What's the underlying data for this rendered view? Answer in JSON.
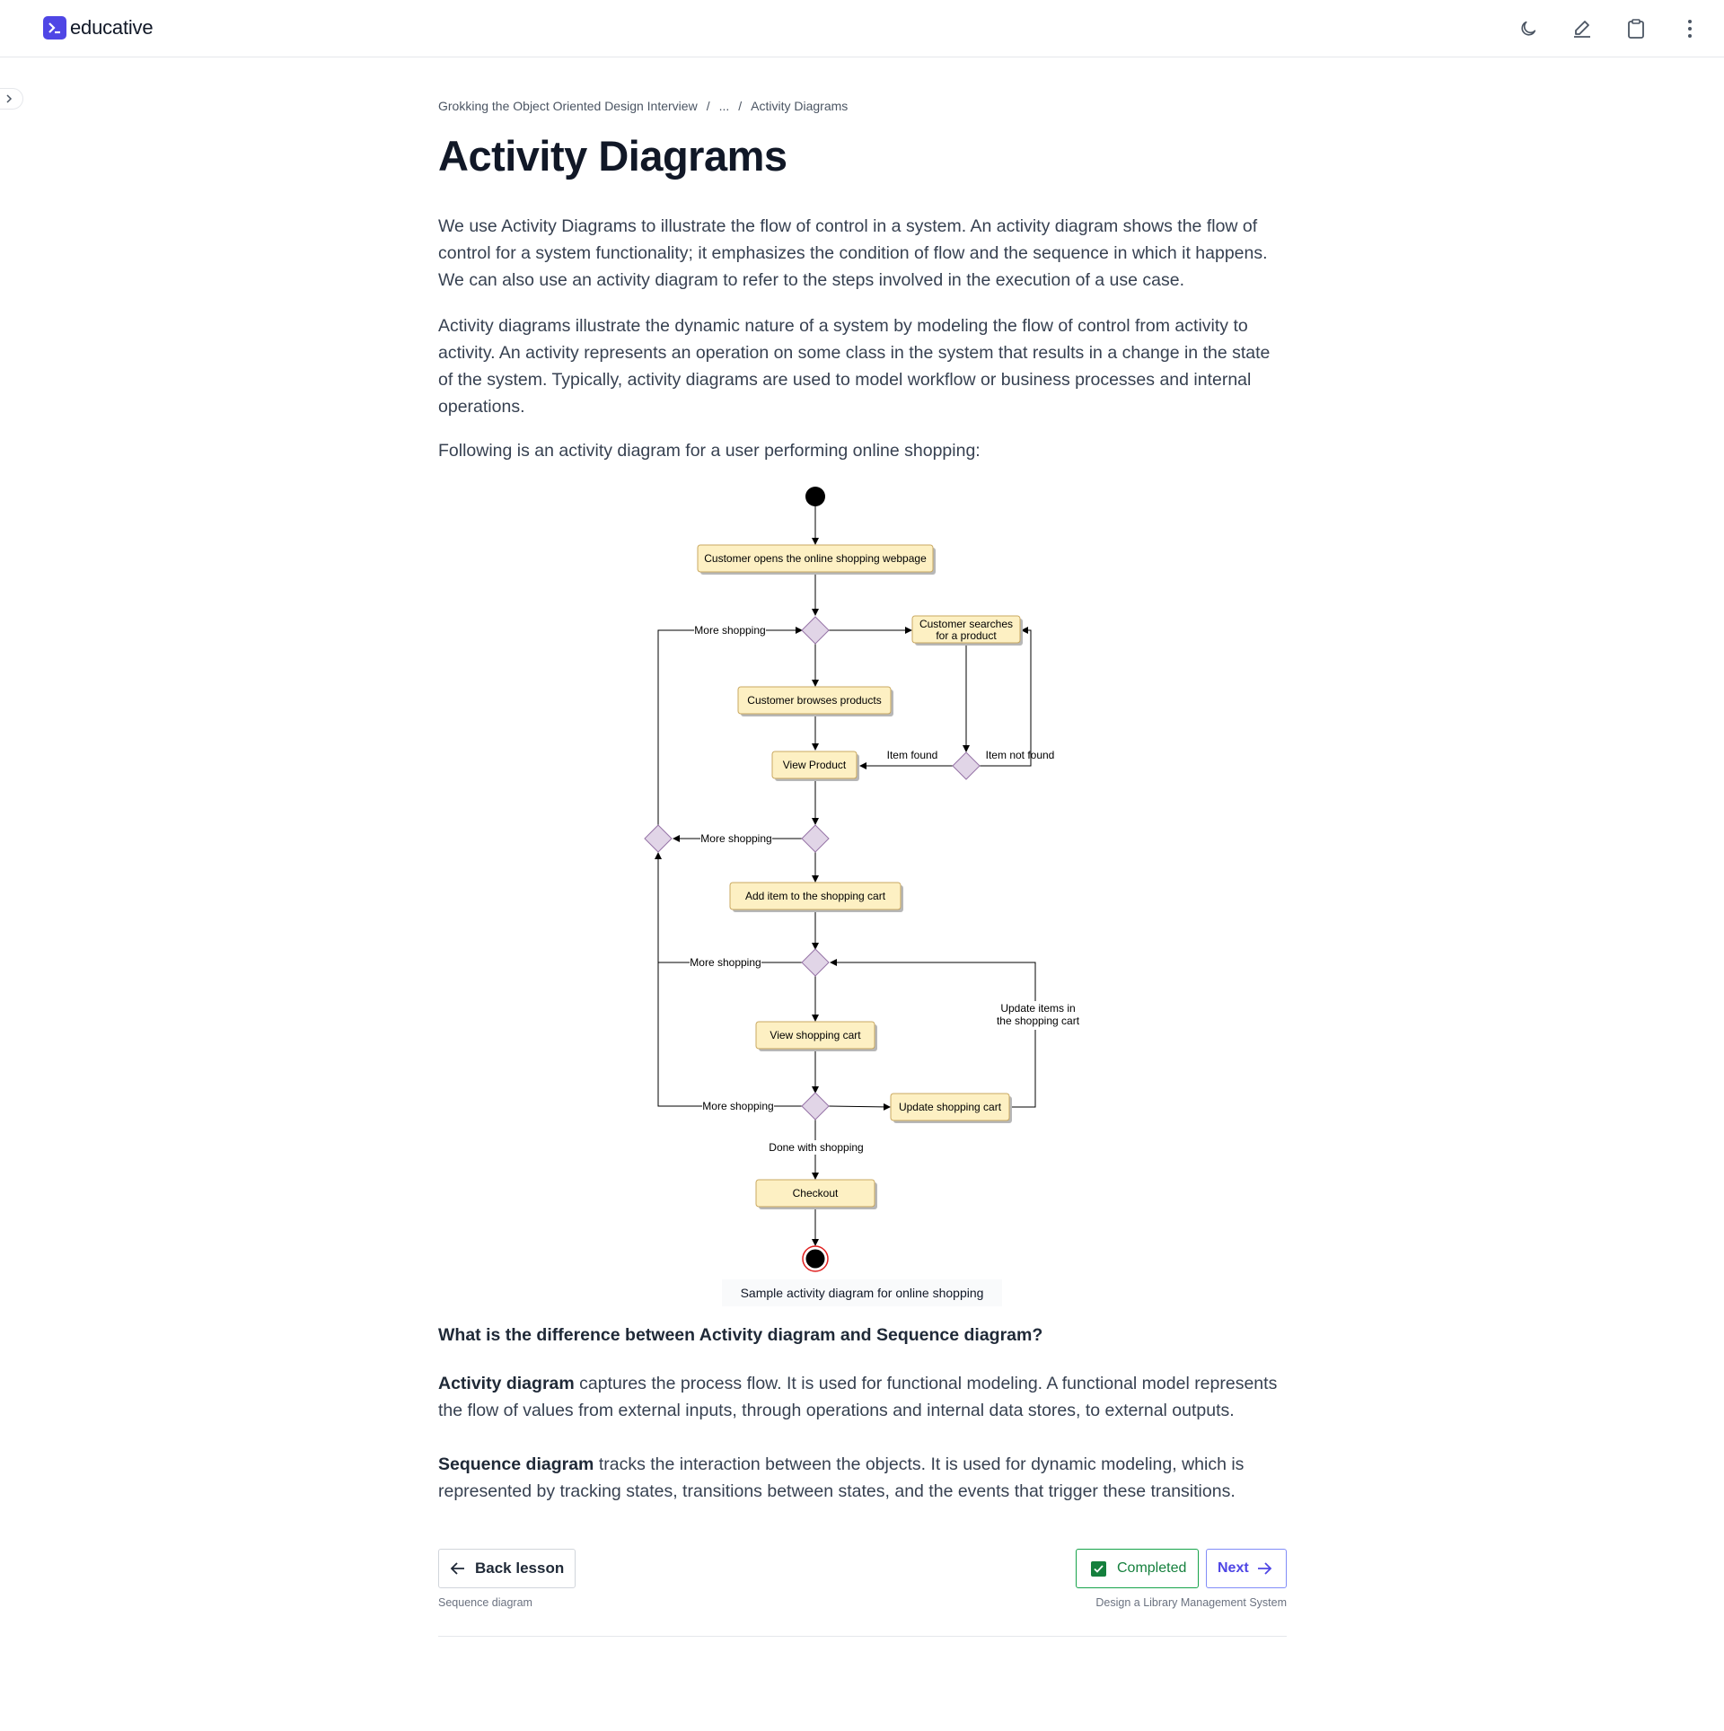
{
  "header": {
    "logo_text": "educative",
    "icons": [
      "moon-icon",
      "pencil-icon",
      "clipboard-icon",
      "more-vertical-icon"
    ]
  },
  "breadcrumb": {
    "course": "Grokking the Object Oriented Design Interview",
    "separator": "/",
    "ellipsis": "...",
    "current": "Activity Diagrams"
  },
  "page": {
    "title": "Activity Diagrams",
    "para1": "We use Activity Diagrams to illustrate the flow of control in a system. An activity diagram shows the flow of control for a system functionality; it emphasizes the condition of flow and the sequence in which it happens. We can also use an activity diagram to refer to the steps involved in the execution of a use case.",
    "para2": "Activity diagrams illustrate the dynamic nature of a system by modeling the flow of control from activity to activity. An activity represents an operation on some class in the system that results in a change in the state of the system. Typically, activity diagrams are used to model workflow or business processes and internal operations.",
    "para3": "Following is an activity diagram for a user performing online shopping:",
    "question": "What is the difference between Activity diagram and Sequence diagram?",
    "activity_term": "Activity diagram",
    "activity_desc": " captures the process flow. It is used for functional modeling. A functional model represents the flow of values from external inputs, through operations and internal data stores, to external outputs.",
    "sequence_term": "Sequence diagram",
    "sequence_desc": " tracks the interaction between the objects. It is used for dynamic modeling, which is represented by tracking states, transitions between states, and the events that trigger these transitions."
  },
  "diagram": {
    "caption": "Sample activity diagram for online shopping",
    "nodes": {
      "open": "Customer opens the online shopping webpage",
      "search_line1": "Customer searches",
      "search_line2": "for a product",
      "browse": "Customer browses products",
      "view_product": "View Product",
      "add_cart": "Add item to the shopping cart",
      "view_cart": "View shopping cart",
      "update_cart": "Update shopping cart",
      "checkout": "Checkout"
    },
    "labels": {
      "more_shopping": "More shopping",
      "item_found": "Item found",
      "item_not_found": "Item not found",
      "update_items_line1": "Update items in",
      "update_items_line2": "the shopping cart",
      "done": "Done with shopping"
    }
  },
  "nav": {
    "back_label": "Back lesson",
    "back_caption": "Sequence diagram",
    "completed_label": "Completed",
    "next_label": "Next",
    "next_caption": "Design a Library Management System"
  }
}
